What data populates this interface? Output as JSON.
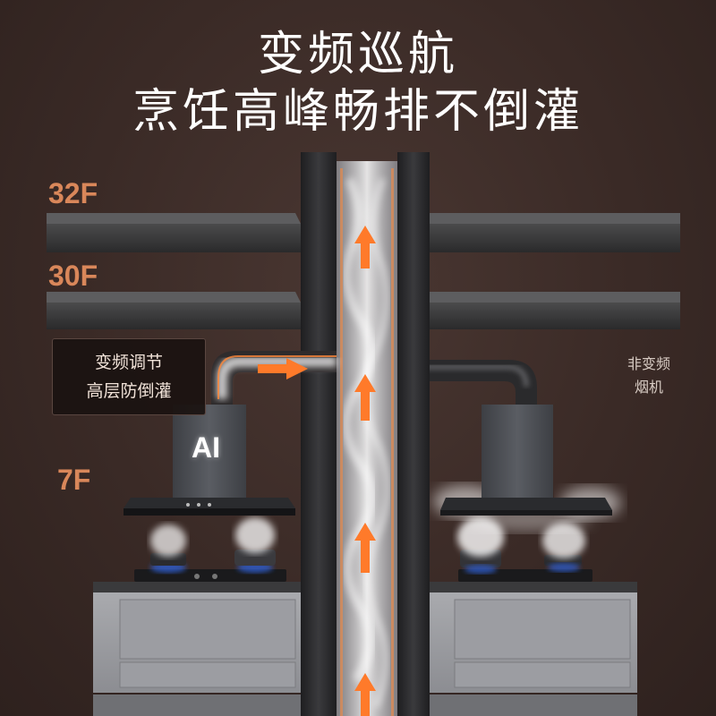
{
  "headline": {
    "line1": "变频巡航",
    "line2": "烹饪高峰畅排不倒灌"
  },
  "floors": {
    "top": "32F",
    "middle": "30F",
    "bottom": "7F"
  },
  "callout": {
    "line1": "变频调节",
    "line2": "高层防倒灌"
  },
  "comparison_label": {
    "line1": "非变频",
    "line2": "烟机"
  },
  "hood_badge": "AI",
  "colors": {
    "background": "#3a2a26",
    "headline_text": "#ffffff",
    "floor_label": "#d9875a",
    "arrow": "#ff7a2a",
    "flue_wall": "#2b2b2d"
  },
  "icons": [
    "up-arrow-icon",
    "right-arrow-icon"
  ]
}
